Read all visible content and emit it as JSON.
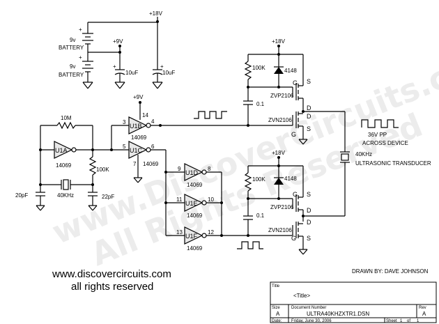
{
  "watermark": {
    "line1": "www.DiscoverCircuits.com",
    "line2": "All Rights Reserved"
  },
  "supply": {
    "v18_top": "+18V",
    "v9_top": "+9V",
    "v9_mid": "+9V",
    "v18_upper": "+18V",
    "v18_lower": "+18V"
  },
  "batteries": [
    {
      "voltage": "9v",
      "label": "BATTERY"
    },
    {
      "voltage": "9v",
      "label": "BATTERY"
    }
  ],
  "caps": {
    "c1": "10uF",
    "c2": "10uF",
    "c_upper": "0.1",
    "c_lower": "0.1",
    "c_20p": "20pF",
    "c_22p": "22pF"
  },
  "resistors": {
    "r10m": "10M",
    "r100k_osc": "100K",
    "r100k_upper": "100K",
    "r100k_lower": "100K"
  },
  "crystal": "40KHz",
  "gates": {
    "u1a": {
      "name": "U1A",
      "part": "14069"
    },
    "u1b": {
      "name": "U1B",
      "part": "14069",
      "pin_in": "3",
      "pin_out": "4",
      "pin_vcc": "14"
    },
    "u1c": {
      "name": "U1C",
      "part": "14069",
      "pin_in": "5",
      "pin_out": "6",
      "pin_gnd": "7"
    },
    "u1d": {
      "name": "U1D",
      "part": "14069",
      "pin_in": "9",
      "pin_out": "8"
    },
    "u1e": {
      "name": "U1E",
      "part": "14069",
      "pin_in": "11",
      "pin_out": "10"
    },
    "u1f": {
      "name": "U1F",
      "part": "14069",
      "pin_in": "13",
      "pin_out": "12"
    }
  },
  "diodes": {
    "upper": "4148",
    "lower": "4148"
  },
  "mosfets": {
    "upper_p": {
      "name": "ZVP2106",
      "g": "G",
      "s": "S",
      "d": "D"
    },
    "upper_n": {
      "name": "ZVN2106",
      "g": "G",
      "s": "S",
      "d": "D"
    },
    "lower_p": {
      "name": "ZVP2106",
      "g": "G",
      "s": "S",
      "d": "D"
    },
    "lower_n": {
      "name": "ZVN2106",
      "g": "G",
      "s": "S",
      "d": "D"
    }
  },
  "output": {
    "pp": "36V PP",
    "across": "ACROSS DEVICE",
    "freq": "40KHz",
    "transducer": "ULTRASONIC TRANSDUCER"
  },
  "credits": {
    "drawn_by": "DRAWN BY:  DAVE JOHNSON",
    "site": "www.discovercircuits.com",
    "rights": "all rights reserved"
  },
  "title_block": {
    "title_hdr": "Title",
    "title_val": "<Title>",
    "size_hdr": "Size",
    "size_val": "A",
    "docnum_hdr": "Document Number",
    "docnum_val": "ULTRA40KHZXTR1.DSN",
    "rev_hdr": "Rev",
    "rev_val": "A",
    "date_hdr": "Date:",
    "date_val": "Friday, June 30, 2006",
    "sheet_hdr": "Sheet",
    "sheet_val": "1",
    "of_hdr": "of",
    "of_val": "1"
  }
}
